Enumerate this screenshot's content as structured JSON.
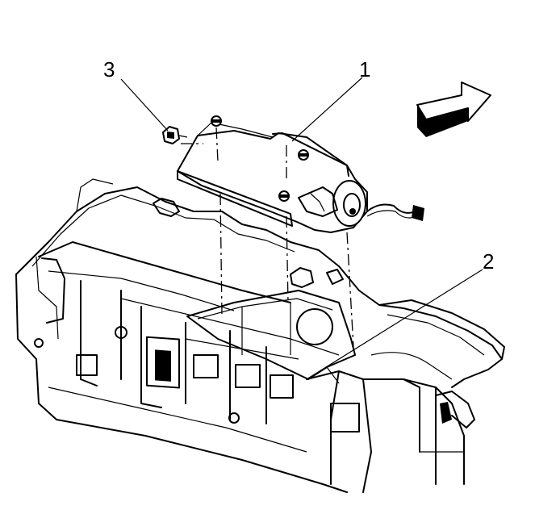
{
  "callouts": {
    "c1": "1",
    "c2": "2",
    "c3": "3"
  },
  "icons": {
    "direction_arrow": "front-direction-arrow-icon"
  },
  "colors": {
    "line": "#000000",
    "background": "#ffffff"
  }
}
